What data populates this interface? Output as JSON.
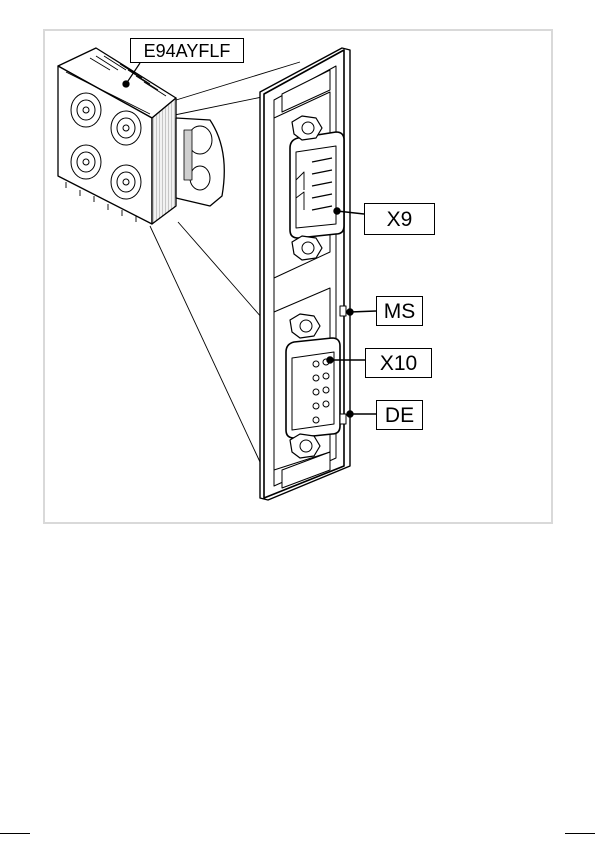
{
  "diagram": {
    "product_label": "E94AYFLF",
    "callouts": [
      {
        "id": "x9",
        "label": "X9"
      },
      {
        "id": "ms",
        "label": "MS"
      },
      {
        "id": "x10",
        "label": "X10"
      },
      {
        "id": "de",
        "label": "DE"
      }
    ]
  }
}
